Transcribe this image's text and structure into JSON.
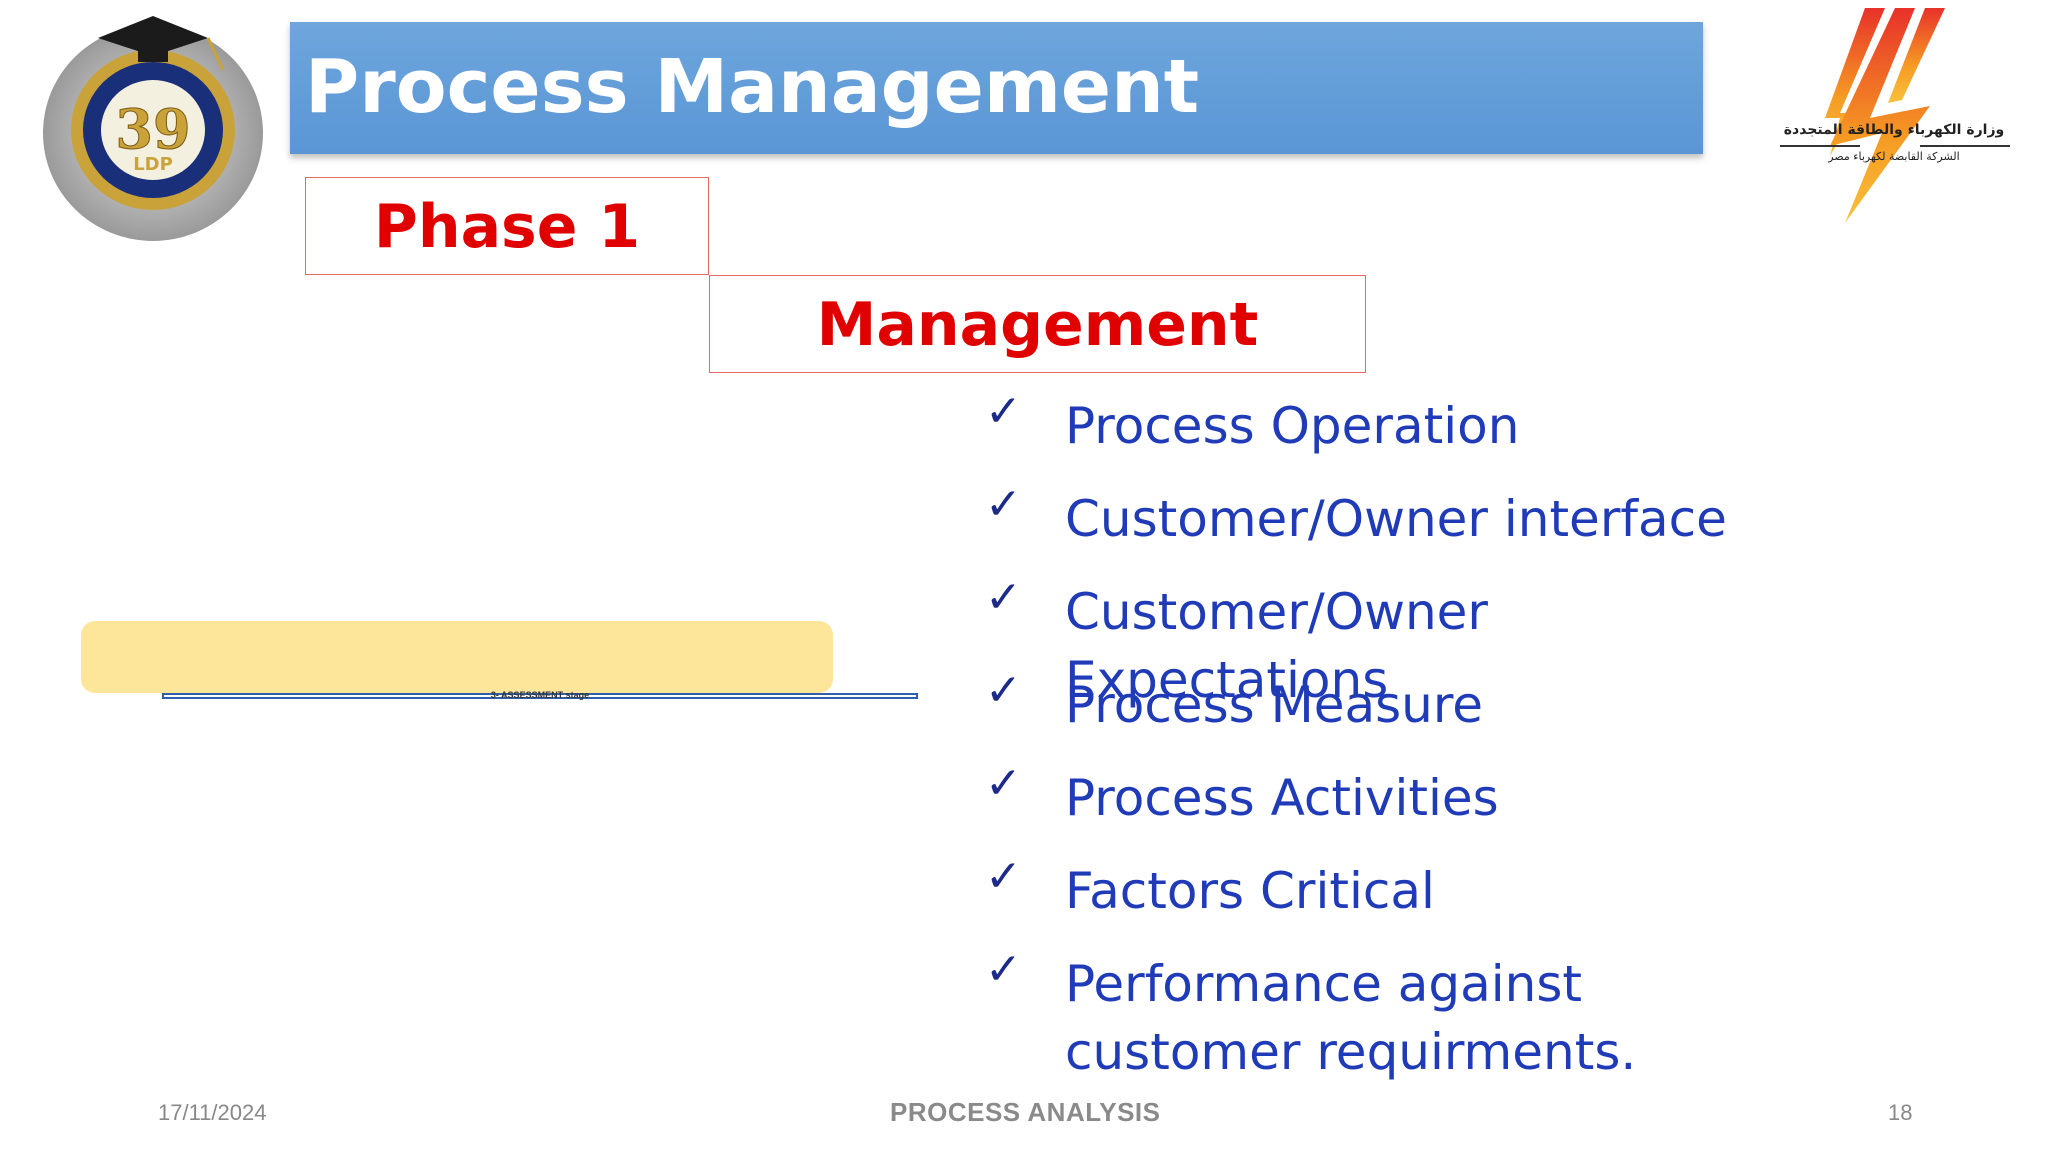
{
  "slide": {
    "title": "Process Management",
    "phase_label": "Phase 1",
    "section_label": "Management",
    "diagram_caption": "3- ASSESSMENT stage"
  },
  "emblem": {
    "number": "39",
    "letters": "LDP"
  },
  "ministry_logo": {
    "line1": "وزارة الكهرباء والطاقة المتجددة",
    "line2": "الشركة القابضة لكهرباء مصر"
  },
  "checklist": [
    {
      "label": "Process Operation"
    },
    {
      "label": "Customer/Owner interface"
    },
    {
      "label": "Customer/Owner Expectations"
    },
    {
      "label": "Process Measure"
    },
    {
      "label": "Process Activities"
    },
    {
      "label": "Factors Critical"
    },
    {
      "label": "Performance against customer requirments."
    }
  ],
  "check_glyph": "✓",
  "footer": {
    "date": "17/11/2024",
    "center": "PROCESS ANALYSIS",
    "page": "18"
  },
  "colors": {
    "title_bar": "#5a96d6",
    "accent_red": "#e00000",
    "list_blue": "#1f3bb8",
    "yellow": "#fde59a"
  }
}
